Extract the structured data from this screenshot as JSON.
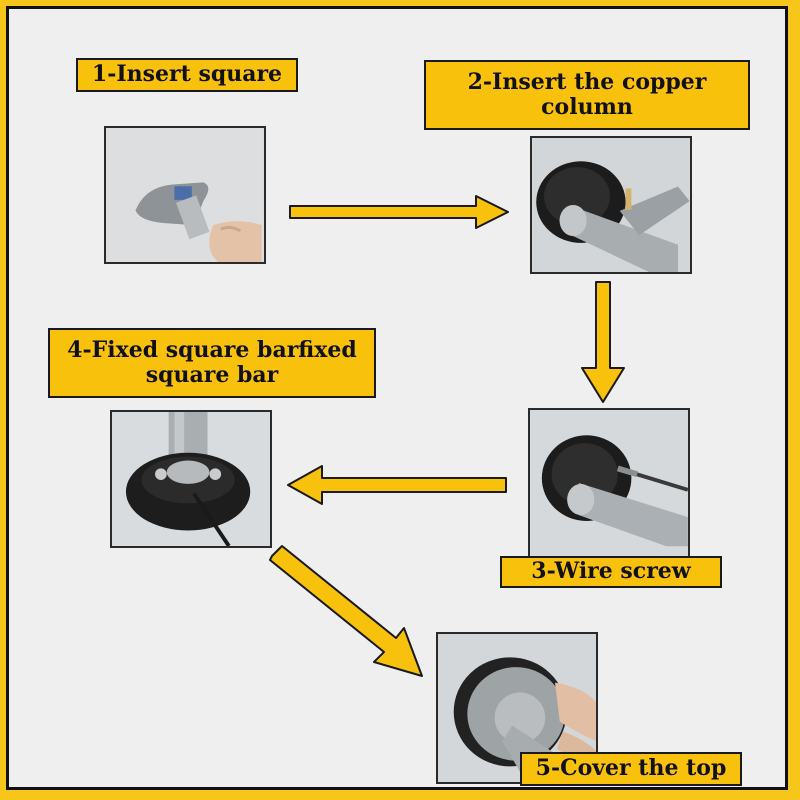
{
  "steps": [
    {
      "label": "1-Insert square",
      "photo": "insert-square-photo"
    },
    {
      "label": "2-Insert the copper column",
      "photo": "insert-copper-column-photo"
    },
    {
      "label": "3-Wire screw",
      "photo": "wire-screw-photo"
    },
    {
      "label": "4-Fixed square barfixed square bar",
      "photo": "fixed-square-bar-photo"
    },
    {
      "label": "5-Cover the top",
      "photo": "cover-top-photo"
    }
  ],
  "colors": {
    "accent": "#f7c10c",
    "border": "#1a1a1a",
    "panel": "#efefef"
  },
  "icons": [
    "arrow-right-icon",
    "arrow-down-icon",
    "arrow-left-icon",
    "arrow-diagonal-icon"
  ]
}
